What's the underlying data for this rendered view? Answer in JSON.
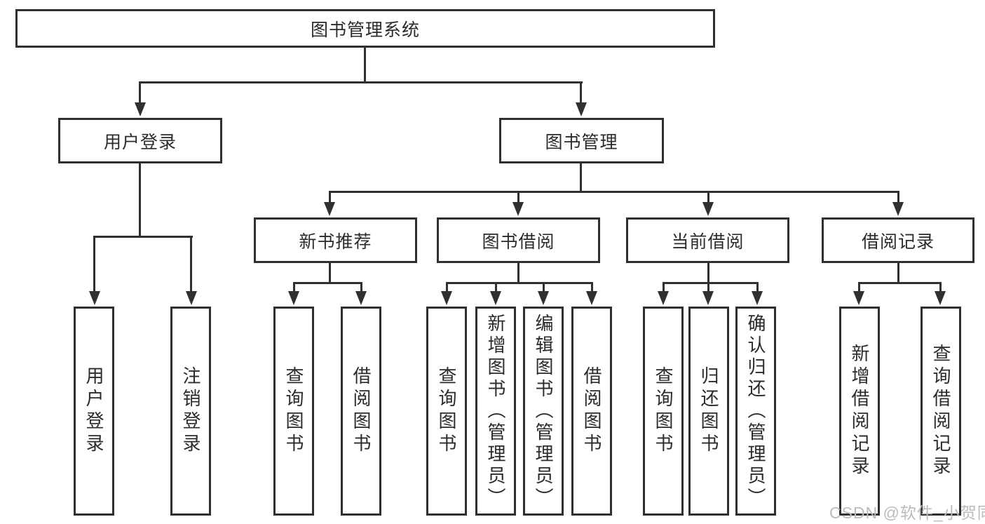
{
  "diagram": {
    "title_node": {
      "label": "图书管理系统"
    },
    "level2": [
      {
        "id": "user-login-group",
        "label": "用户登录"
      },
      {
        "id": "book-management",
        "label": "图书管理"
      }
    ],
    "level3": [
      {
        "id": "new-book-recommend",
        "label": "新书推荐"
      },
      {
        "id": "book-borrow",
        "label": "图书借阅"
      },
      {
        "id": "current-borrow",
        "label": "当前借阅"
      },
      {
        "id": "borrow-records",
        "label": "借阅记录"
      }
    ],
    "leaves": [
      {
        "id": "user-login",
        "label": "用户登录"
      },
      {
        "id": "logout",
        "label": "注销登录"
      },
      {
        "id": "query-books-1",
        "label": "查询图书"
      },
      {
        "id": "borrow-books-1",
        "label": "借阅图书"
      },
      {
        "id": "query-books-2",
        "label": "查询图书"
      },
      {
        "id": "add-book-admin",
        "label": "新增图书（管理员）"
      },
      {
        "id": "edit-book-admin",
        "label": "编辑图书（管理员）"
      },
      {
        "id": "borrow-books-2",
        "label": "借阅图书"
      },
      {
        "id": "query-books-3",
        "label": "查询图书"
      },
      {
        "id": "return-books",
        "label": "归还图书"
      },
      {
        "id": "confirm-return-admin",
        "label": "确认归还（管理员）"
      },
      {
        "id": "add-borrow-record",
        "label": "新增借阅记录"
      },
      {
        "id": "query-borrow-record",
        "label": "查询借阅记录"
      }
    ],
    "watermark": "CSDN @软件_小贺同学",
    "colors": {
      "line": "#303030",
      "text": "#2b2b2b",
      "watermark": "#bcbcbc",
      "background": "#ffffff"
    }
  }
}
